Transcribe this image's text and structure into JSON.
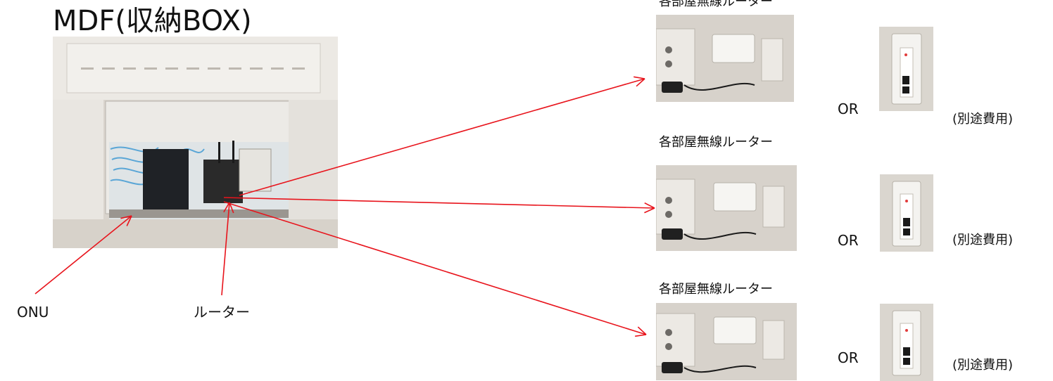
{
  "title": "MDF(収納BOX)",
  "labels": {
    "onu": "ONU",
    "router": "ルーター"
  },
  "rooms": [
    {
      "caption": "各部屋無線ルーター",
      "or": "OR",
      "cost": "(別途費用)"
    },
    {
      "caption": "各部屋無線ルーター",
      "or": "OR",
      "cost": "(別途費用)"
    },
    {
      "caption": "各部屋無線ルーター",
      "or": "OR",
      "cost": "(別途費用)"
    }
  ],
  "colors": {
    "arrow": "#e8141c"
  }
}
